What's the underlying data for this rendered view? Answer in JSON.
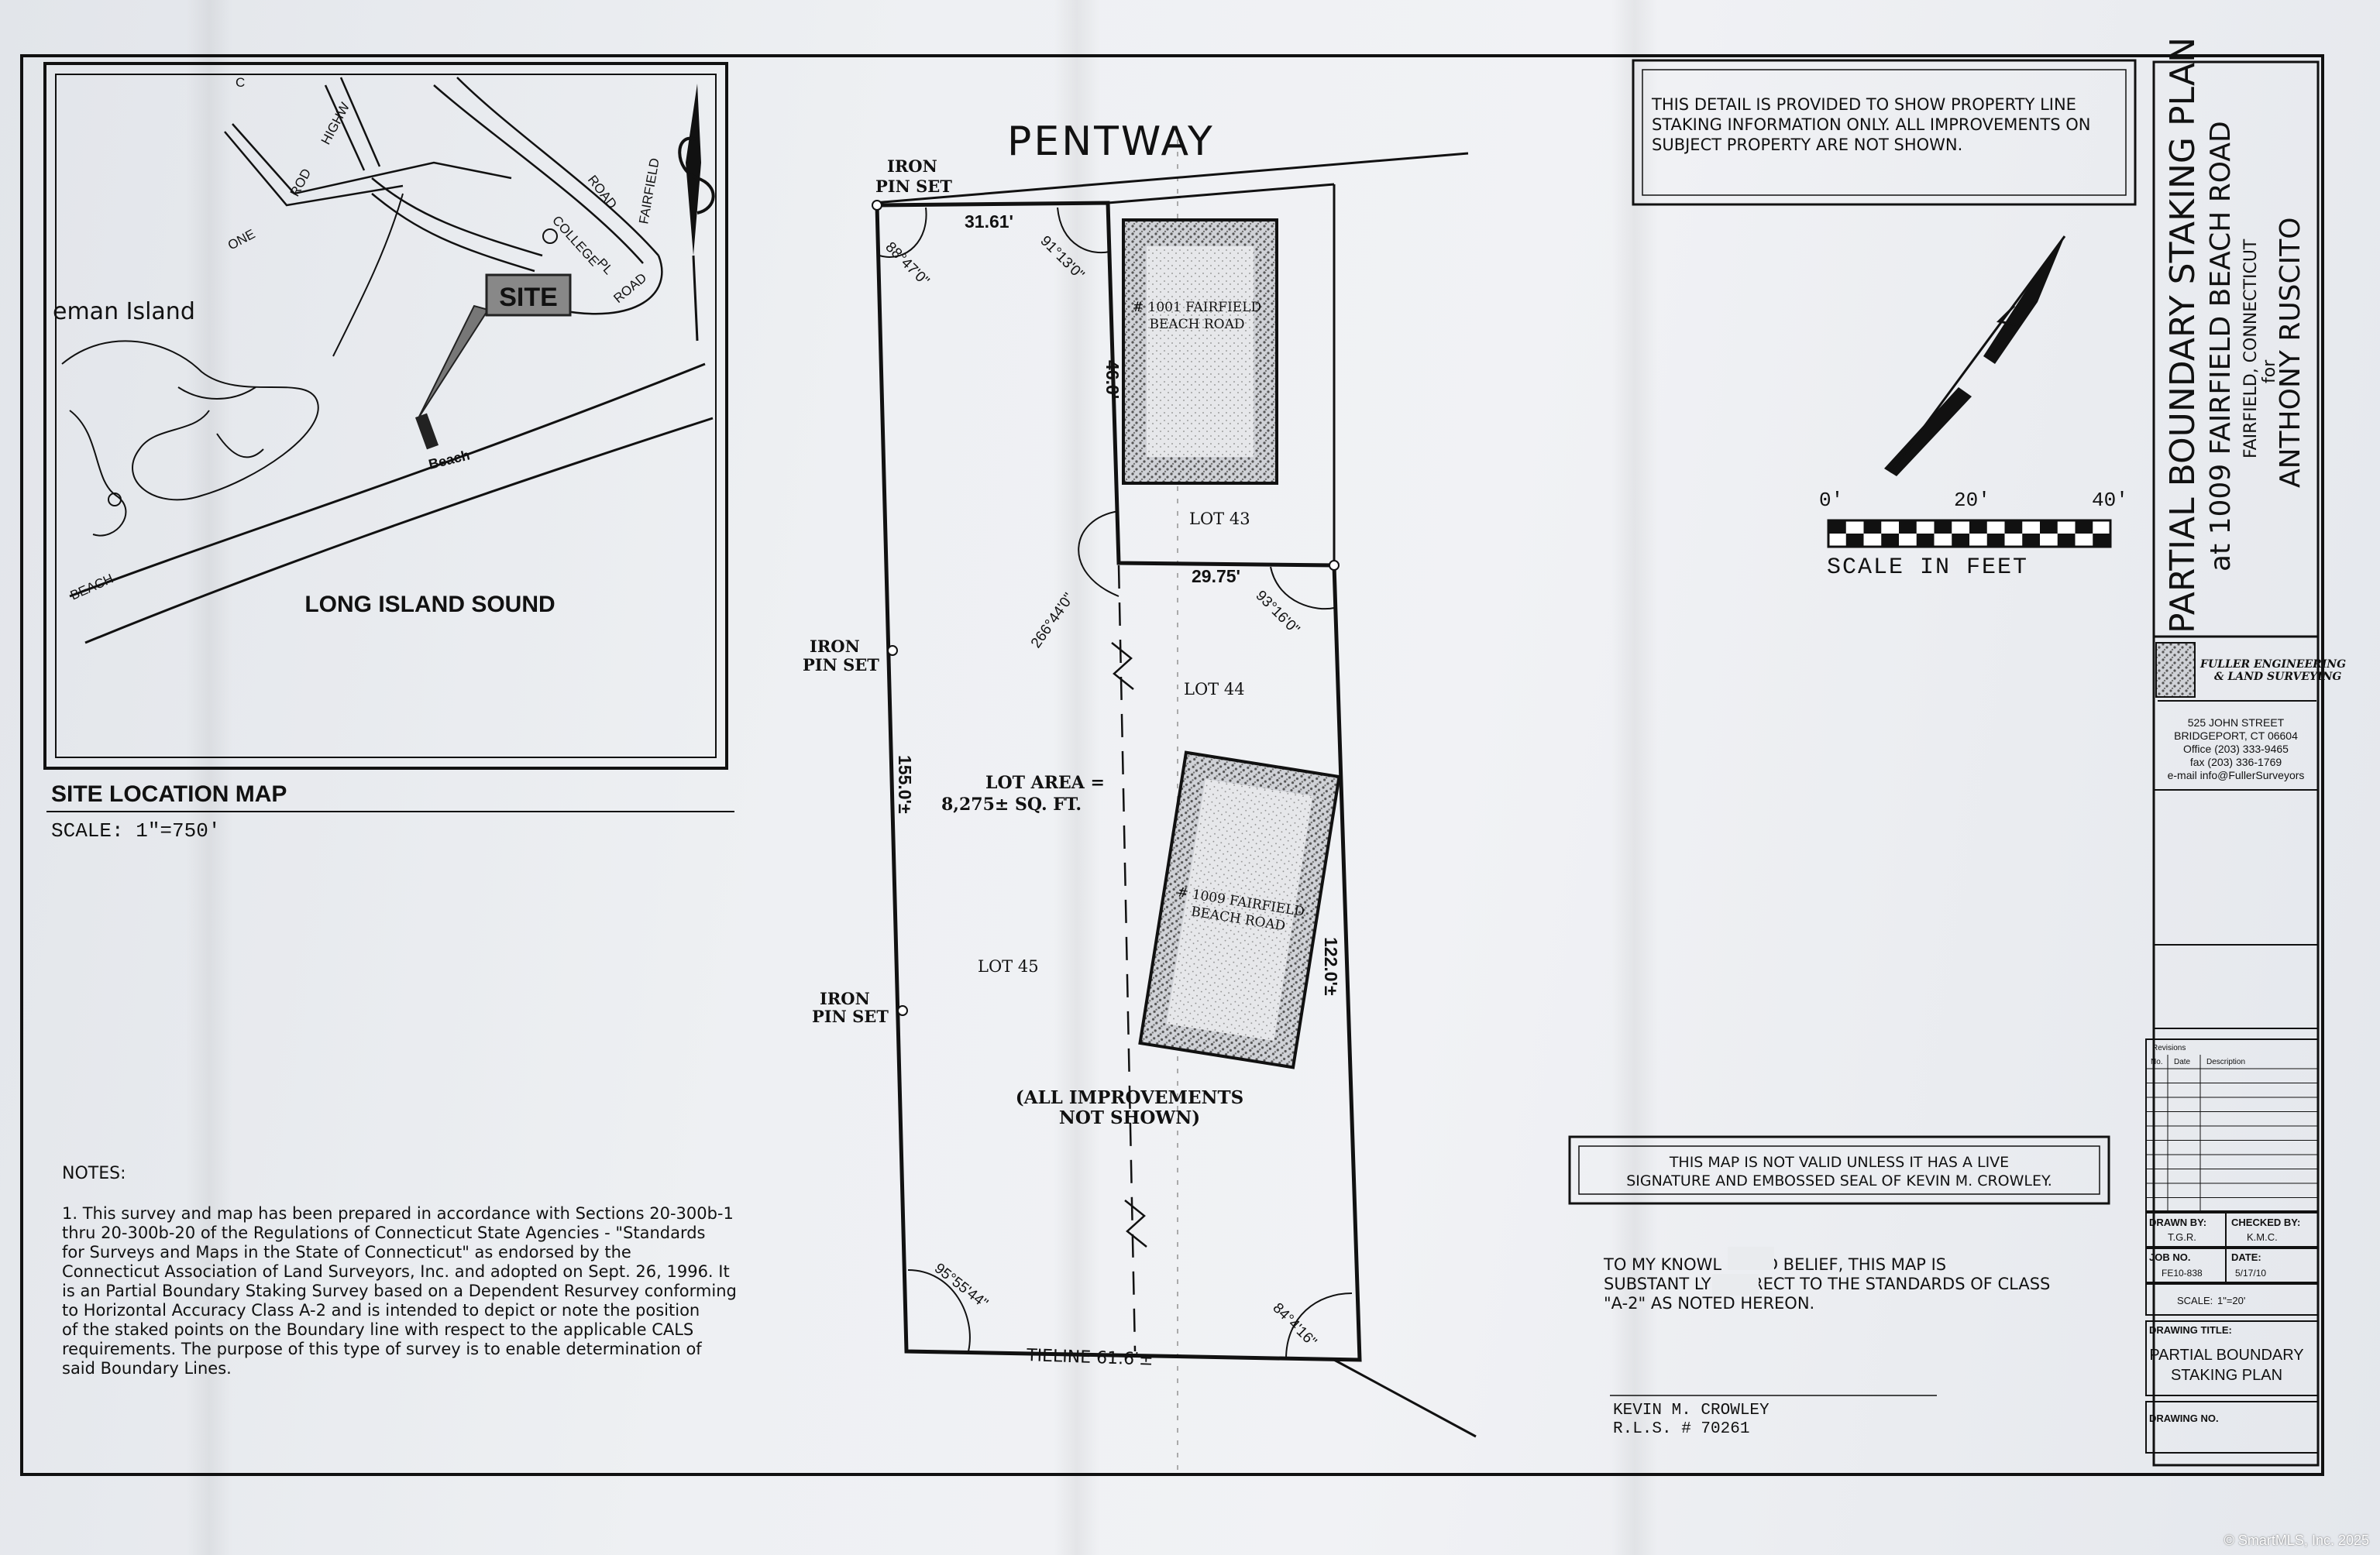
{
  "street": "PENTWAY",
  "iron_pin_set": [
    "IRON",
    "PIN SET"
  ],
  "boundary": {
    "front": "31.61'",
    "left_side": "155.0'±",
    "right_side": "122.0'±",
    "interior_width": "29.75'",
    "interior_depth": "46.0'",
    "tieline": "TIELINE 61.6'±"
  },
  "angles": {
    "nw": "88°47'0\"",
    "ne": "91°13'0\"",
    "inner_w": "266°44'0\"",
    "inner_e": "93°16'0\"",
    "sw": "95°55'44\"",
    "se": "84°4'16\""
  },
  "house_1001": [
    "# 1001 FAIRFIELD",
    "BEACH ROAD"
  ],
  "house_1009": [
    "# 1009 FAIRFIELD",
    "BEACH ROAD"
  ],
  "lots": {
    "lot43": "LOT 43",
    "lot44": "LOT 44",
    "lot45": "LOT 45"
  },
  "lot_area": [
    "LOT AREA =",
    "8,275± SQ. FT."
  ],
  "improvements_note": [
    "(ALL IMPROVEMENTS",
    "NOT SHOWN)"
  ],
  "site_map": {
    "title": "SITE LOCATION MAP",
    "scale": "SCALE: 1\"=750'",
    "site_label": "SITE",
    "island": "eman Island",
    "sound": "LONG ISLAND SOUND",
    "beach": "Beach",
    "beach_road": "BEACH",
    "one": "ONE",
    "rod": "ROD",
    "highway": "HIGHW",
    "college": "COLLEGE",
    "pl": "PL",
    "road": "ROAD",
    "fairfield": "FAIRFIELD",
    "road2": "ROAD",
    "c": "C"
  },
  "detail_note": [
    "THIS DETAIL IS PROVIDED TO SHOW PROPERTY LINE",
    "STAKING INFORMATION ONLY. ALL IMPROVEMENTS ON",
    "SUBJECT PROPERTY ARE NOT SHOWN."
  ],
  "scale_bar": {
    "labels": [
      "0'",
      "20'",
      "40'"
    ],
    "caption": "SCALE IN FEET"
  },
  "validity_note": [
    "THIS MAP IS NOT VALID UNLESS IT HAS A LIVE",
    "SIGNATURE AND EMBOSSED SEAL OF KEVIN M. CROWLEY."
  ],
  "certification": [
    "TO MY KNOWL     E AND BELIEF, THIS MAP IS",
    "SUBSTANT     LY CORRECT TO THE STANDARDS OF CLASS",
    "\"A-2\" AS NOTED HEREON."
  ],
  "surveyor": [
    "KEVIN M. CROWLEY",
    "R.L.S. # 70261"
  ],
  "notes": {
    "heading": "NOTES:",
    "lines": [
      "1.   This survey and map has been prepared in accordance with Sections 20-300b-1",
      "thru 20-300b-20 of the Regulations of Connecticut State Agencies - \"Standards",
      "for Surveys and Maps in the State of Connecticut\" as endorsed by the",
      "Connecticut Association of Land Surveyors, Inc. and adopted on Sept. 26, 1996. It",
      "is an Partial Boundary Staking Survey based on a Dependent Resurvey conforming",
      "to Horizontal Accuracy Class A-2 and is intended to depict or note the position",
      "of the staked points on the Boundary line with respect to the applicable CALS",
      "requirements. The purpose of this type of survey is to enable determination of",
      "said Boundary Lines."
    ]
  },
  "title_block": {
    "title": "PARTIAL BOUNDARY STAKING PLAN",
    "address": "at 1009 FAIRFIELD BEACH ROAD",
    "town": "FAIRFIELD, CONNECTICUT",
    "for": "for",
    "client": "ANTHONY RUSCITO",
    "firm": [
      "FULLER ENGINEERING",
      "& LAND SURVEYING"
    ],
    "firm_contact": [
      "525 JOHN STREET",
      "BRIDGEPORT, CT 06604",
      "Office (203) 333-9465",
      "fax (203) 336-1769",
      "e-mail info@FullerSurveyors"
    ],
    "revisions": "Revisions",
    "rev_cols": [
      "No.",
      "Date",
      "Description"
    ],
    "drawn_by_label": "DRAWN BY:",
    "drawn_by": "T.G.R.",
    "checked_by_label": "CHECKED BY:",
    "checked_by": "K.M.C.",
    "job_no_label": "JOB NO.",
    "job_no": "FE10-838",
    "date_label": "DATE:",
    "date": "5/17/10",
    "scale_label": "SCALE:",
    "scale": "1\"=20'",
    "drawing_title_label": "DRAWING TITLE:",
    "drawing_title": [
      "PARTIAL BOUNDARY",
      "STAKING PLAN"
    ],
    "drawing_no_label": "DRAWING NO."
  },
  "watermark": "© SmartMLS, Inc. 2025"
}
